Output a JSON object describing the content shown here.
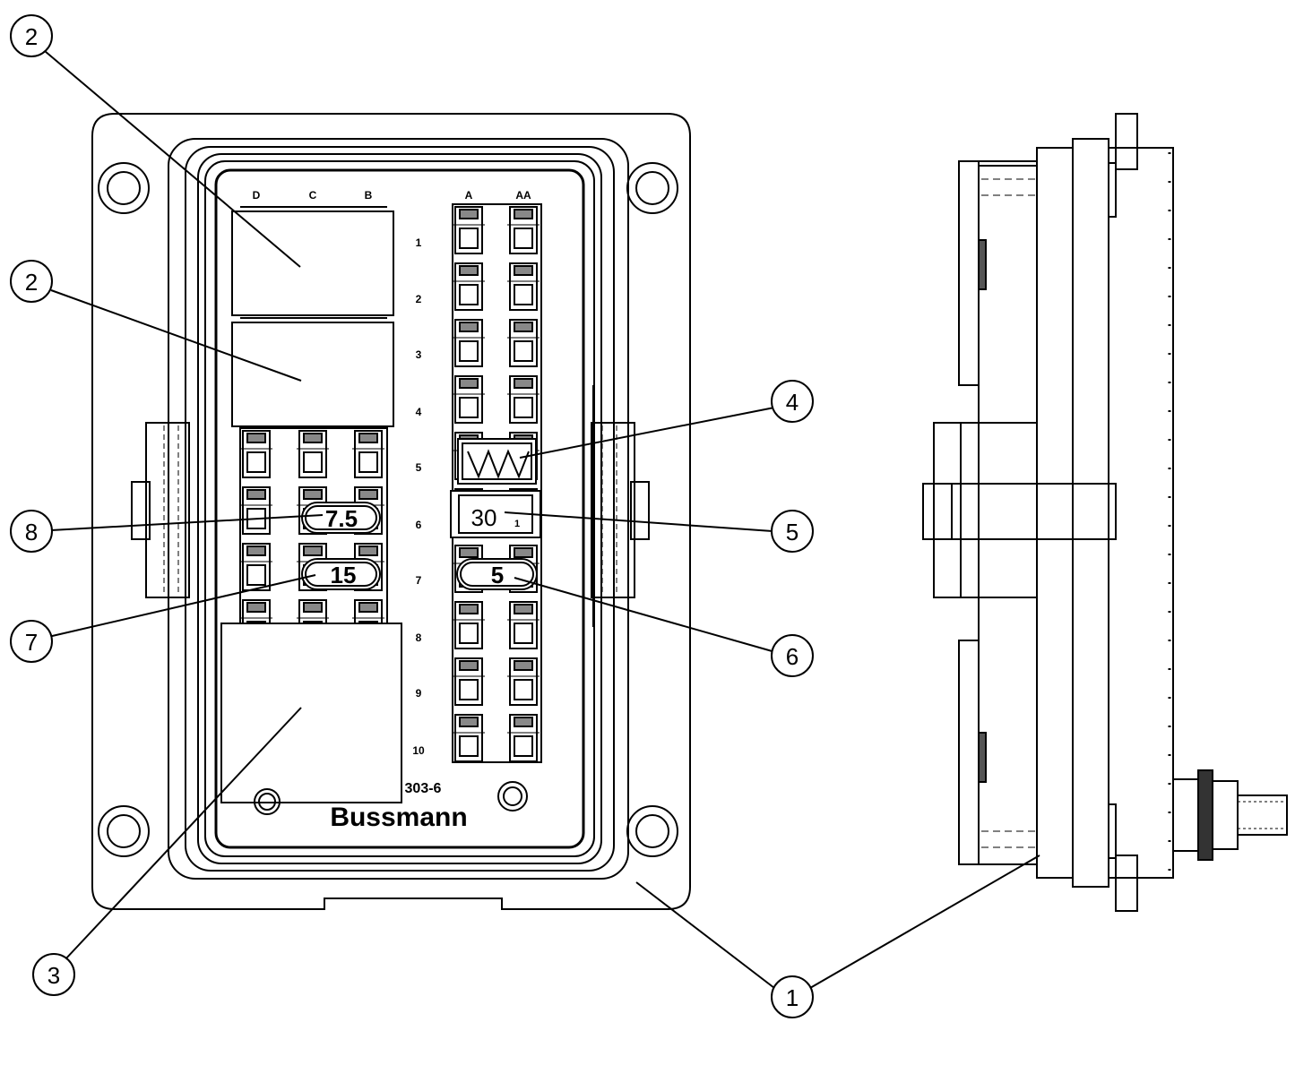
{
  "callouts": [
    "2",
    "2",
    "4",
    "8",
    "5",
    "7",
    "6",
    "3",
    "1"
  ],
  "columns": [
    "D",
    "C",
    "B",
    "A",
    "AA"
  ],
  "rows": [
    "1",
    "2",
    "3",
    "4",
    "5",
    "6",
    "7",
    "8",
    "9",
    "10"
  ],
  "fuse_labels": [
    "7.5",
    "15",
    "5"
  ],
  "relay_label": "30",
  "relay_sublabel": "1",
  "brand": "Bussmann",
  "part_number": "303-6"
}
